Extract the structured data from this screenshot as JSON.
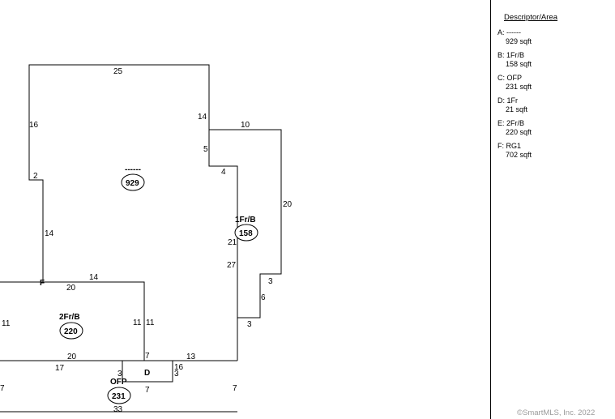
{
  "sketch": {
    "dimensions": {
      "top_25": "25",
      "left_16": "16",
      "right_14": "14",
      "step_10": "10",
      "step_5": "5",
      "step_4": "4",
      "step_2": "2",
      "left_14": "14",
      "right_20": "20",
      "inner_21": "21",
      "inner_27": "27",
      "notch_3a": "3",
      "notch_6": "6",
      "notch_3b": "3",
      "garage_top_14": "14",
      "garage_top_20": "20",
      "garage_left_11": "11",
      "garage_inner_11a": "11",
      "garage_inner_11b": "11",
      "mid_20": "20",
      "mid_7": "7",
      "mid_13": "13",
      "bottom_17": "17",
      "d_3": "3",
      "d_16": "16",
      "d_3b": "3",
      "bottom_7a": "7",
      "bottom_7b": "7",
      "bottom_7c": "7",
      "bottom_33": "33"
    },
    "areas": {
      "main_label": "------",
      "main_value": "929",
      "b_label": "1Fr/B",
      "b_value": "158",
      "e_label": "2Fr/B",
      "e_value": "220",
      "c_label": "OFP",
      "c_value": "231",
      "d_label": "D",
      "f_marker": "F"
    }
  },
  "legend": {
    "title": "Descriptor/Area",
    "items": [
      {
        "name": "A: ------",
        "area": "929 sqft"
      },
      {
        "name": "B: 1Fr/B",
        "area": "158 sqft"
      },
      {
        "name": "C: OFP",
        "area": "231 sqft"
      },
      {
        "name": "D: 1Fr",
        "area": "21 sqft"
      },
      {
        "name": "E: 2Fr/B",
        "area": "220 sqft"
      },
      {
        "name": "F: RG1",
        "area": "702 sqft"
      }
    ]
  },
  "footer": {
    "copyright": "©SmartMLS, Inc.  2022"
  }
}
